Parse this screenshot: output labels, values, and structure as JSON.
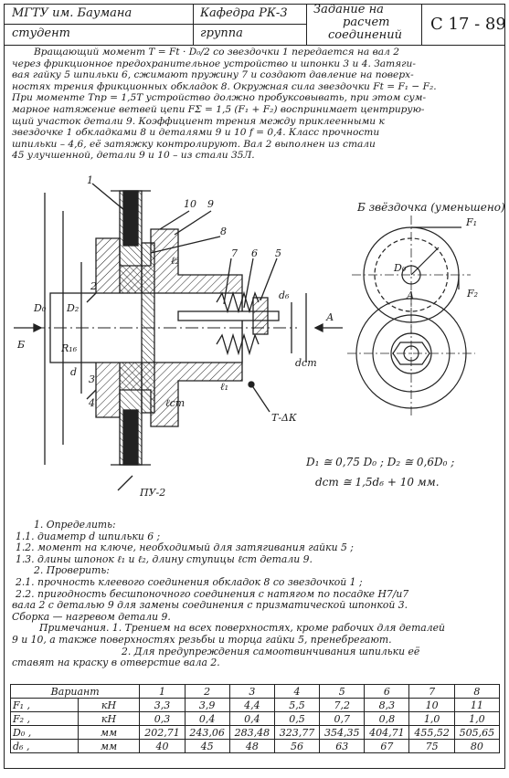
{
  "header": {
    "org": "МГТУ им. Баумана",
    "dept": "Кафедра РК-3",
    "task_title_1": "Задание на",
    "task_title_2": "расчет",
    "task_title_3": "соединений",
    "code": "С 17 - 89",
    "student_label": "студент",
    "group_label": "группа"
  },
  "intro": [
    "Вращающий момент T = Ft · D₀/2 со звездочки 1 передается на вал 2",
    "через фрикционное предохранительное устройство и шпонки 3 и 4. Затяги-",
    "вая гайку 5 шпильки 6, сжимают пружину 7 и создают давление на поверх-",
    "ностях трения фрикционных обкладок 8. Окружная сила звездочки Ft = F₁ − F₂.",
    "При моменте Tпр = 1,5T устройство должно пробуксовывать, при этом сум-",
    "марное натяжение ветвей цепи FΣ = 1,5 (F₁ + F₂) воспринимает центрирую-",
    "щий участок детали 9. Коэффициент трения между приклеенными к",
    "звездочке 1 обкладками 8 и деталями 9 и 10 f = 0,4. Класс прочности",
    "шпильки – 4,6, её затяжку контролируют. Вал 2 выполнен из стали",
    "45 улучшенной, детали 9 и 10 – из стали 35Л."
  ],
  "drawing": {
    "view_b_label": "Б звёздочка (уменьшено)",
    "callouts": [
      "1",
      "10",
      "9",
      "8",
      "ℓ₂",
      "7",
      "6",
      "5",
      "2",
      "D₂",
      "D₀",
      "Б",
      "R₁₆",
      "d",
      "3",
      "4",
      "ℓ₁",
      "ℓст",
      "dст",
      "d₆",
      "А",
      "Т-ΔК",
      "ПУ-2",
      "D₀",
      "F₁",
      "F₂",
      "А"
    ]
  },
  "formulas": {
    "line1": "D₁ ≅ 0,75 D₀ ;   D₂ ≅ 0,6D₀ ;",
    "line2": "dст ≅ 1,5d₆ + 10 мм."
  },
  "tasks": [
    "1. Определить:",
    "1.1. диаметр d шпильки 6 ;",
    "1.2. момент на ключе, необходимый для затягивания гайки 5 ;",
    "1.3. длины шпонок ℓ₁ и ℓ₂, длину ступицы ℓст детали 9.",
    "2. Проверить:",
    "2.1. прочность клеевого соединения обкладок 8 со звездочкой 1 ;",
    "2.2. пригодность бесшпоночного соединения с натягом по посадке H7/u7",
    "вала 2 с деталью 9 для замены соединения с призматической шпонкой 3.",
    "Сборка — нагревом детали 9.",
    "Примечания. 1. Трением на всех поверхностях, кроме рабочих для деталей",
    "9 и 10, а также поверхностях резьбы и торца гайки 5, пренебрегают.",
    "2. Для предупреждения самоотвинчивания шпильки её",
    "ставят на краску в отверстие вала 2."
  ],
  "table": {
    "header_label": "Вариант",
    "variants": [
      "1",
      "2",
      "3",
      "4",
      "5",
      "6",
      "7",
      "8"
    ],
    "rows": [
      {
        "name": "F₁ ,",
        "unit": "кН",
        "values": [
          "3,3",
          "3,9",
          "4,4",
          "5,5",
          "7,2",
          "8,3",
          "10",
          "11"
        ]
      },
      {
        "name": "F₂ ,",
        "unit": "кН",
        "values": [
          "0,3",
          "0,4",
          "0,4",
          "0,5",
          "0,7",
          "0,8",
          "1,0",
          "1,0"
        ]
      },
      {
        "name": "D₀ ,",
        "unit": "мм",
        "values": [
          "202,71",
          "243,06",
          "283,48",
          "323,77",
          "354,35",
          "404,71",
          "455,52",
          "505,65"
        ]
      },
      {
        "name": "d₆ ,",
        "unit": "мм",
        "values": [
          "40",
          "45",
          "48",
          "56",
          "63",
          "67",
          "75",
          "80"
        ]
      }
    ]
  }
}
